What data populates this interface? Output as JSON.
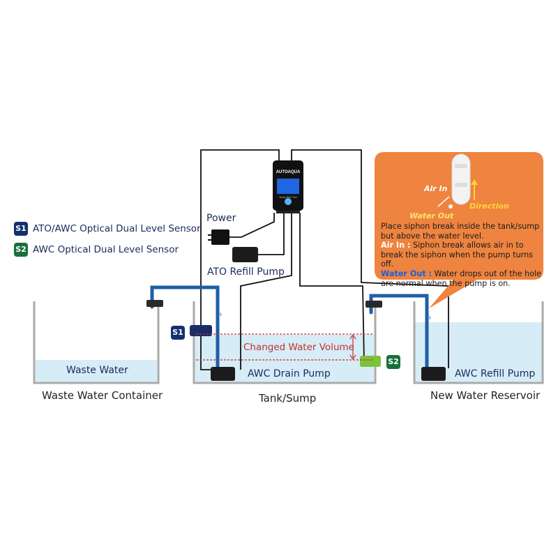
{
  "legend": [
    {
      "code": "S1",
      "text": "ATO/AWC Optical Dual Level Sensor",
      "color": "#14306e"
    },
    {
      "code": "S2",
      "text": "AWC Optical Dual Level Sensor",
      "color": "#17703a"
    }
  ],
  "labels": {
    "power": "Power",
    "ato_pump": "ATO Refill Pump",
    "waste_water": "Waste Water",
    "drain_pump": "AWC Drain Pump",
    "refill_pump": "AWC Refill Pump",
    "changed_volume": "Changed Water Volume",
    "waste_container": "Waste Water Container",
    "tank": "Tank/Sump",
    "reservoir": "New Water Reservoir"
  },
  "controller": {
    "brand": "AUTOAQUA",
    "model": "Smart AWC Duo"
  },
  "callout": {
    "air_in_label": "Air In",
    "direction_label": "Direction",
    "water_out_label": "Water Out",
    "intro": "Place siphon break inside the tank/sump but above the water level.",
    "air_in_title": "Air In :",
    "air_in_text": "Siphon break allows air in to break the siphon when the pump turns off.",
    "water_out_title": "Water Out :",
    "water_out_text": "Water drops out of the hole are normal when the pump is on."
  },
  "colors": {
    "water": "#d6ecf7",
    "hose": "#1f5fa8",
    "callout_bg": "#ee8440",
    "sensor_s1": "#14306e",
    "sensor_s2": "#17703a",
    "volume_marker": "#c2302f"
  }
}
